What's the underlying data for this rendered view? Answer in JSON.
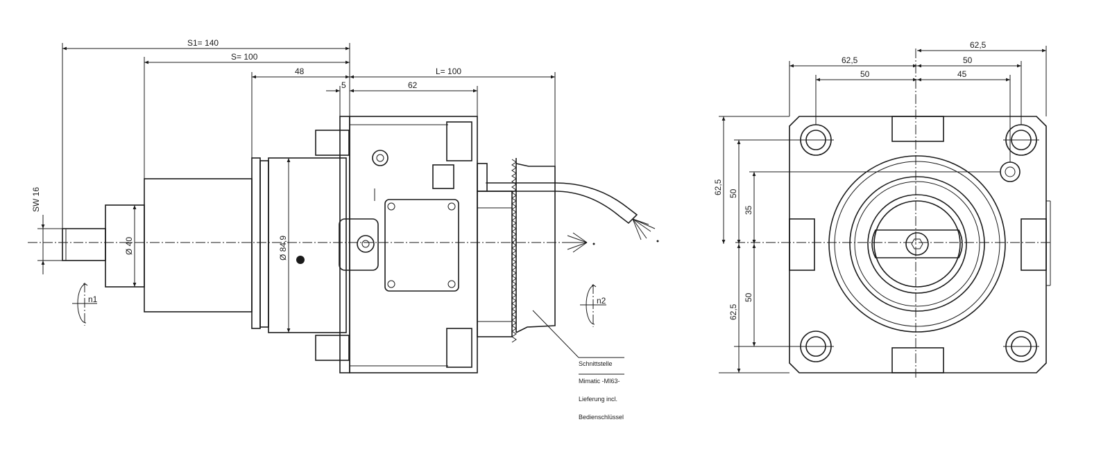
{
  "side_view": {
    "dimensions": {
      "s1": "S1=  140",
      "s": "S= 100",
      "d48": "48",
      "d5": "5",
      "d62": "62",
      "l": "L= 100",
      "sw": "SW 16",
      "d40": "Ø 40",
      "d849": "Ø 84,9"
    },
    "rotation_labels": {
      "n1": "n1",
      "n2": "n2"
    },
    "annotation": {
      "line1": "Schnittstelle",
      "line2": "Mimatic -MI63-",
      "line3": "Lieferung incl.",
      "line4": "Bedienschlüssel"
    }
  },
  "front_view": {
    "dimensions": {
      "top_right_625": "62,5",
      "top_left_625": "62,5",
      "top_right_50": "50",
      "top_left_50": "50",
      "top_right_45": "45",
      "left_upper_625": "62,5",
      "left_upper_50": "50",
      "left_35": "35",
      "left_lower_50": "50",
      "left_lower_625": "62,5"
    }
  },
  "colors": {
    "line": "#1a1a1a",
    "background": "#ffffff"
  }
}
